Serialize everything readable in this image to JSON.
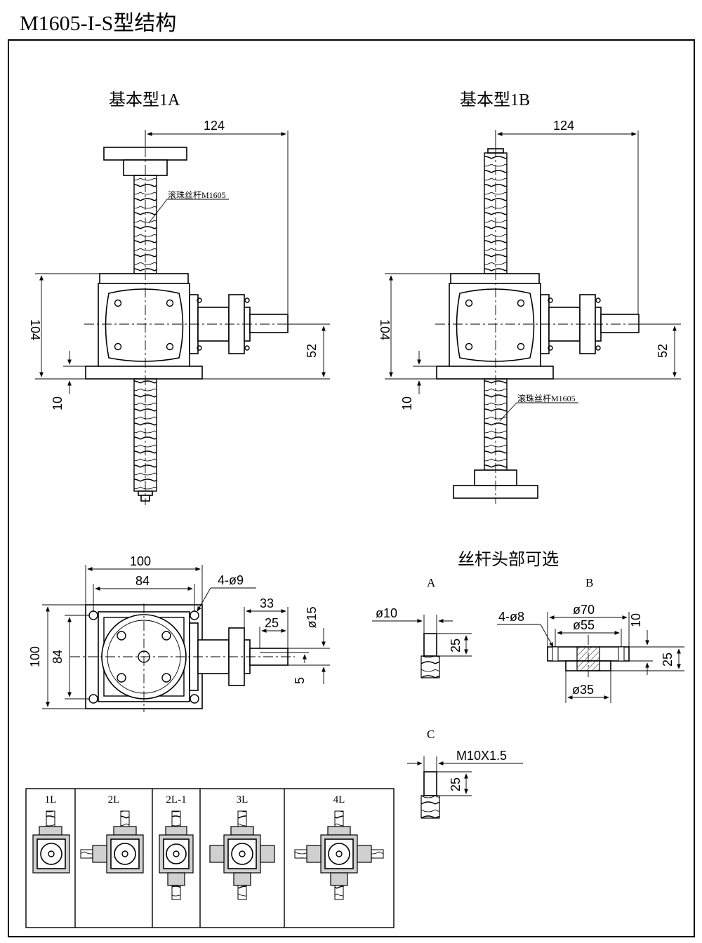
{
  "title": "M1605-I-S型结构",
  "views": {
    "type_1a": {
      "heading": "基本型1A",
      "screw_label": "滚珠丝杆M1605"
    },
    "type_1b": {
      "heading": "基本型1B",
      "screw_label": "滚珠丝杆M1605"
    }
  },
  "dimensions": {
    "d124": "124",
    "d104": "104",
    "d52": "52",
    "d10": "10",
    "d100_w": "100",
    "d84_w": "84",
    "hole_4_9": "4-ø9",
    "d100_h": "100",
    "d84_h": "84",
    "d33": "33",
    "d25": "25",
    "phi15": "ø15",
    "d5": "5"
  },
  "screw_end_options": {
    "heading": "丝杆头部可选",
    "a": {
      "label": "A",
      "phi10": "ø10",
      "len25": "25"
    },
    "b": {
      "label": "B",
      "phi70": "ø70",
      "phi55": "ø55",
      "phi35": "ø35",
      "holes": "4-ø8",
      "t10": "10",
      "h25": "25"
    },
    "c": {
      "label": "C",
      "thread": "M10X1.5",
      "len25": "25"
    }
  },
  "configurations": {
    "table": [
      {
        "label": "1L"
      },
      {
        "label": "2L"
      },
      {
        "label": "2L-1"
      },
      {
        "label": "3L"
      },
      {
        "label": "4L"
      }
    ]
  }
}
